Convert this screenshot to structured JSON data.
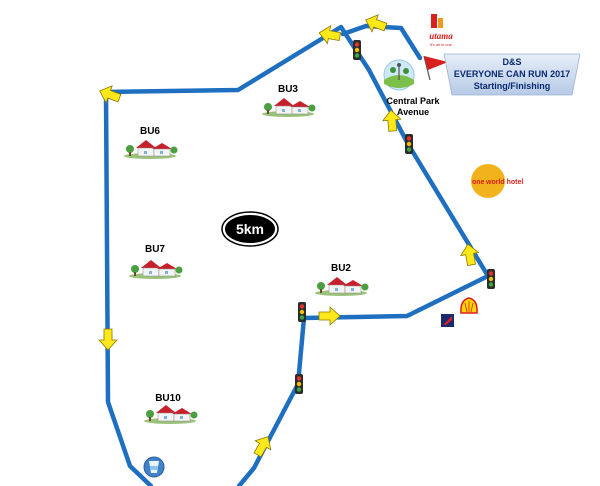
{
  "route": {
    "distance_label": "5km",
    "line_color": "#1f6fc1",
    "arrow_color": "#ffe81a",
    "banner_lines": [
      "D&S",
      "EVERYONE CAN RUN 2017",
      "Starting/Finishing"
    ]
  },
  "zones": [
    {
      "label": "BU3"
    },
    {
      "label": "BU6"
    },
    {
      "label": "BU7"
    },
    {
      "label": "BU2"
    },
    {
      "label": "BU10"
    }
  ],
  "landmarks": {
    "central_park_line1": "Central Park",
    "central_park_line2": "Avenue",
    "sponsor_logo": "utama",
    "sponsor_tagline": "it's all in one",
    "hotel_brand": "one",
    "hotel_name": "world hotel"
  },
  "icons": [
    "traffic-light-icon",
    "direction-arrow-icon",
    "house-icon",
    "flag-icon",
    "water-cup-icon",
    "shell-logo-icon",
    "petronas-logo-icon"
  ]
}
